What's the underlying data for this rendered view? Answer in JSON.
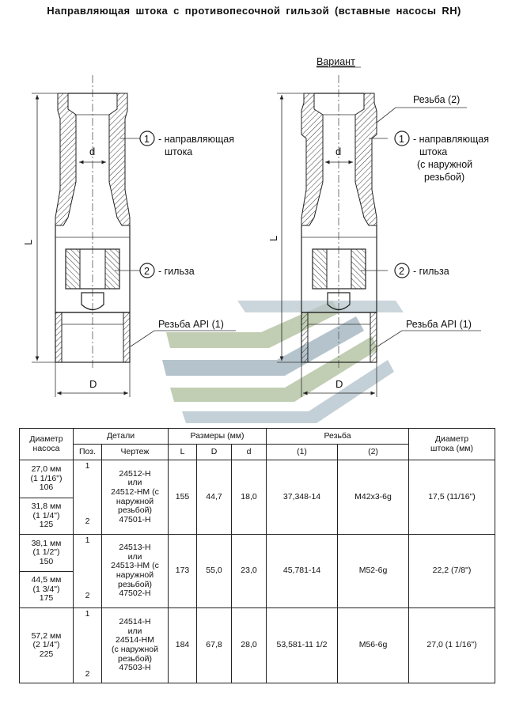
{
  "title": "Направляющая штока с противопесочной гильзой (вставные насосы RH)",
  "variant_label": "Вариант",
  "left_view": {
    "dim_L": "L",
    "dim_D": "D",
    "dim_d": "d",
    "callout1_num": "1",
    "callout1_text": [
      "- направляющая",
      "штока"
    ],
    "callout2_num": "2",
    "callout2_text": "- гильза",
    "thread_label": "Резьба API (1)"
  },
  "right_view": {
    "dim_L": "L",
    "dim_D": "D",
    "dim_d": "d",
    "thread2_label": "Резьба (2)",
    "callout1_num": "1",
    "callout1_text": [
      "- направляющая",
      "штока",
      "(с наружной",
      "резьбой)"
    ],
    "callout2_num": "2",
    "callout2_text": "- гильза",
    "thread_label": "Резьба API (1)"
  },
  "watermark_colors": {
    "green": "#b7c6a6",
    "blue": "#a9bac4"
  },
  "table": {
    "headers": {
      "pump_diameter": [
        "Диаметр",
        "насоса"
      ],
      "parts": "Детали",
      "pos": "Поз.",
      "drawing": "Чертеж",
      "sizes": "Размеры (мм)",
      "L": "L",
      "D": "D",
      "d": "d",
      "thread": "Резьба",
      "thread1": "(1)",
      "thread2": "(2)",
      "rod_diameter": [
        "Диаметр",
        "штока (мм)"
      ]
    },
    "rows": [
      {
        "pump_diameters": [
          [
            "27,0 мм",
            "(1 1/16\")",
            "106"
          ],
          [
            "31,8 мм",
            "(1 1/4\")",
            "125"
          ]
        ],
        "pos": [
          "1",
          "2"
        ],
        "drawing": [
          "24512-H",
          "или",
          "24512-HM (с",
          "наружной",
          "резьбой)",
          "47501-H"
        ],
        "L": "155",
        "D": "44,7",
        "d": "18,0",
        "thread1": "37,348-14",
        "thread2": "M42x3-6g",
        "rod_diameter": "17,5 (11/16\")"
      },
      {
        "pump_diameters": [
          [
            "38,1 мм",
            "(1 1/2\")",
            "150"
          ],
          [
            "44,5 мм",
            "(1 3/4\")",
            "175"
          ]
        ],
        "pos": [
          "1",
          "2"
        ],
        "drawing": [
          "24513-H",
          "или",
          "24513-HM (с",
          "наружной",
          "резьбой)",
          "47502-H"
        ],
        "L": "173",
        "D": "55,0",
        "d": "23,0",
        "thread1": "45,781-14",
        "thread2": "M52-6g",
        "rod_diameter": "22,2 (7/8\")"
      },
      {
        "pump_diameters": [
          [
            "57,2 мм",
            "(2 1/4\")",
            "225"
          ]
        ],
        "pos": [
          "1",
          "2"
        ],
        "drawing": [
          "24514-H",
          "или",
          "24514-HM",
          "(с наружной",
          "резьбой)",
          "47503-H"
        ],
        "L": "184",
        "D": "67,8",
        "d": "28,0",
        "thread1": "53,581-11 1/2",
        "thread2": "M56-6g",
        "rod_diameter": "27,0 (1 1/16\")"
      }
    ]
  }
}
